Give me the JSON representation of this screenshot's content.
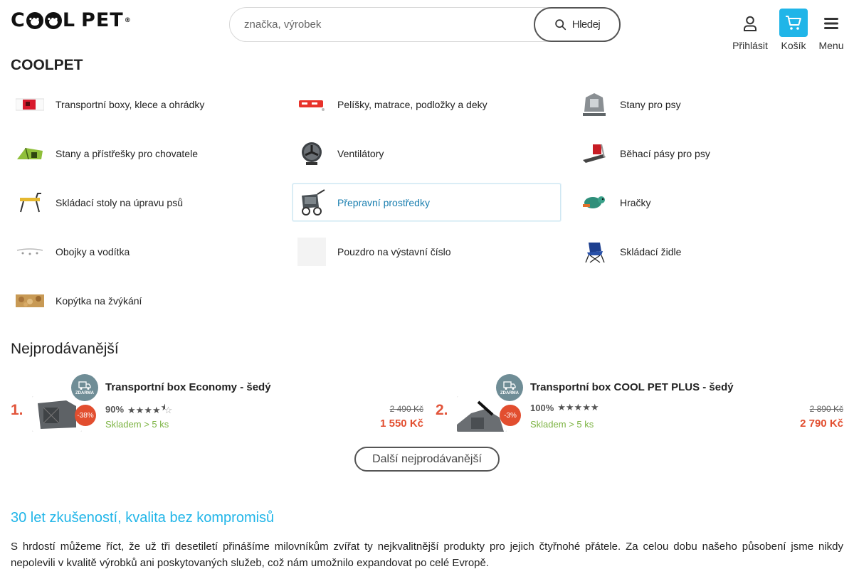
{
  "brand": {
    "logo_text": "COOL PET",
    "logo_reg": "®"
  },
  "search": {
    "placeholder": "značka, výrobek",
    "button_label": "Hledej"
  },
  "header": {
    "login_label": "Přihlásit",
    "cart_label": "Košík",
    "menu_label": "Menu"
  },
  "category_title": "COOLPET",
  "categories": [
    {
      "label": "Transportní boxy, klece a ohrádky",
      "icon": "transport-box-thumb"
    },
    {
      "label": "Pelíšky, matrace, podložky a deky",
      "icon": "pet-bed-thumb"
    },
    {
      "label": "Stany pro psy",
      "icon": "dog-tent-thumb"
    },
    {
      "label": "Stany a přístřešky pro chovatele",
      "icon": "shelter-tent-thumb"
    },
    {
      "label": "Ventilátory",
      "icon": "fan-thumb"
    },
    {
      "label": "Běhací pásy pro psy",
      "icon": "treadmill-thumb"
    },
    {
      "label": "Skládací stoly na úpravu psů",
      "icon": "grooming-table-thumb"
    },
    {
      "label": "Přepravní prostředky",
      "icon": "dog-stroller-thumb",
      "active": true
    },
    {
      "label": "Hračky",
      "icon": "toy-thumb"
    },
    {
      "label": "Obojky a vodítka",
      "icon": "collar-thumb"
    },
    {
      "label": "Pouzdro na výstavní číslo",
      "icon": "number-holder-thumb"
    },
    {
      "label": "Skládací židle",
      "icon": "folding-chair-thumb"
    },
    {
      "label": "Kopýtka na žvýkání",
      "icon": "chew-hooves-thumb"
    }
  ],
  "bestsellers": {
    "title": "Nejprodávanější",
    "more_label": "Další nejprodávanější",
    "items": [
      {
        "rank": "1.",
        "name": "Transportní box Economy - šedý",
        "rating": "90%",
        "stars": 4.5,
        "stock": "Skladem > 5 ks",
        "old_price": "2 490 Kč",
        "price": "1 550 Kč",
        "discount": "-38%",
        "free_label": "ZDARMA"
      },
      {
        "rank": "2.",
        "name": "Transportní box COOL PET PLUS - šedý",
        "rating": "100%",
        "stars": 5,
        "stock": "Skladem > 5 ks",
        "old_price": "2 890 Kč",
        "price": "2 790 Kč",
        "discount": "-3%",
        "free_label": "ZDARMA"
      }
    ]
  },
  "about": {
    "title": "30 let zkušeností, kvalita bez kompromisů",
    "text": "S hrdostí můžeme říct, že už tři desetiletí přinášíme milovníkům zvířat ty nejkvalitnější produkty pro jejich čtyřnohé přátele. Za celou dobu našeho působení jsme nikdy nepolevili v kvalitě výrobků ani poskytovaných služeb, což nám umožnilo expandovat po celé Evropě."
  },
  "colors": {
    "accent": "#20b5e8",
    "price": "#e24e2f",
    "stock": "#7cb342",
    "rank": "#e2553b"
  }
}
